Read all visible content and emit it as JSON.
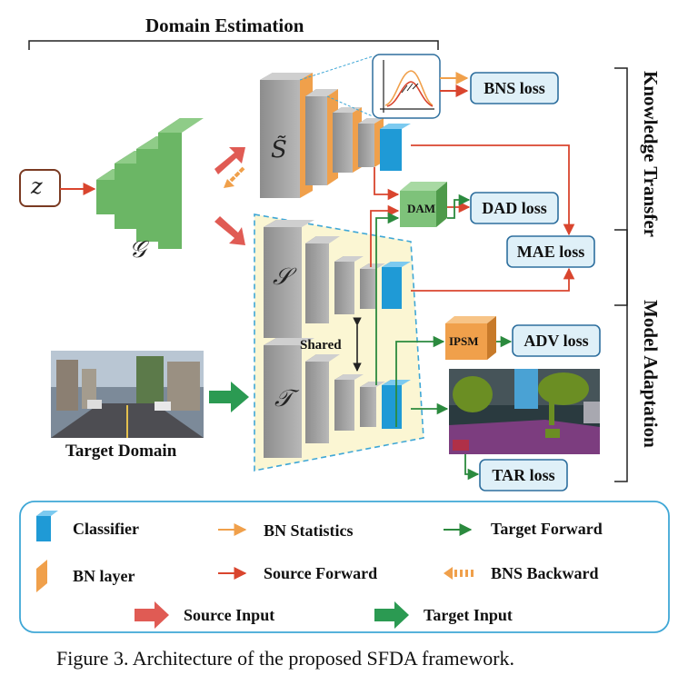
{
  "header": {
    "domain_estimation": "Domain Estimation"
  },
  "side_labels": {
    "knowledge_transfer": "Knowledge Transfer",
    "model_adaptation": "Model Adaptation"
  },
  "nodes": {
    "z": "z",
    "generator": "𝒢",
    "s_tilde": "S̃",
    "s": "𝒮",
    "t": "𝒯",
    "shared": "Shared",
    "dam": "DAM",
    "ipsm": "IPSM",
    "target_domain": "Target Domain"
  },
  "losses": {
    "bns": "BNS loss",
    "dad": "DAD loss",
    "mae": "MAE loss",
    "adv": "ADV loss",
    "tar": "TAR loss"
  },
  "legend": {
    "classifier": "Classifier",
    "bn_layer": "BN layer",
    "bn_statistics": "BN Statistics",
    "source_forward": "Source Forward",
    "target_forward": "Target Forward",
    "bns_backward": "BNS Backward",
    "source_input": "Source Input",
    "target_input": "Target Input"
  },
  "caption": "Figure 3. Architecture of the proposed SFDA framework.",
  "colors": {
    "source_forward": "#d9452e",
    "target_forward": "#2b8a3e",
    "bn_statistics": "#f0a04b",
    "classifier": "#1f9ad6",
    "generator": "#5fa95a",
    "loss_fill": "#dff0f8",
    "loss_stroke": "#2e6f9e",
    "shared_bg": "#fbf6d3",
    "shared_border": "#3fa7d6"
  }
}
